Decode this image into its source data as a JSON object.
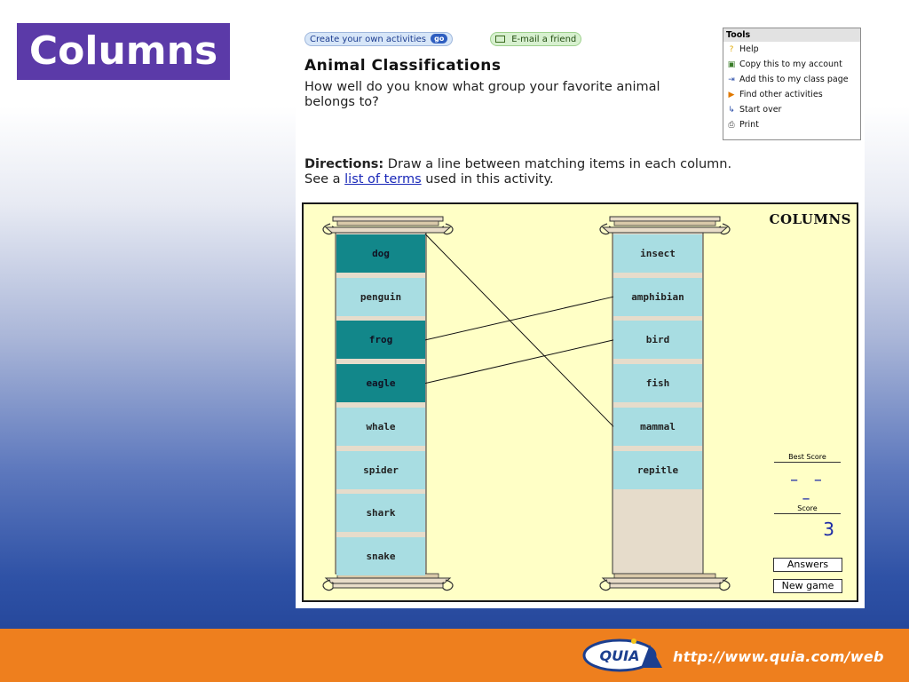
{
  "slide": {
    "title": "Columns",
    "footer_url": "http://www.quia.com/web",
    "logo_text": "QUIA"
  },
  "page": {
    "create_button": "Create your own activities",
    "go_badge": "go",
    "email_button": "E-mail a friend",
    "activity_title": "Animal Classifications",
    "activity_description": "How well do you know what group your favorite animal belongs to?",
    "directions_label": "Directions:",
    "directions_text": " Draw a line between matching items in each column.",
    "directions_line2_pre": "See a ",
    "directions_link": "list of terms",
    "directions_line2_post": " used in this activity."
  },
  "tools": {
    "header": "Tools",
    "items": [
      {
        "label": "Help",
        "icon": "help-icon"
      },
      {
        "label": "Copy this to my account",
        "icon": "copy-icon"
      },
      {
        "label": "Add this to my class page",
        "icon": "add-icon"
      },
      {
        "label": "Find other activities",
        "icon": "arrow-icon"
      },
      {
        "label": "Start over",
        "icon": "return-icon"
      },
      {
        "label": "Print",
        "icon": "printer-icon"
      }
    ]
  },
  "game": {
    "logo": "COLUMNS",
    "left_column": [
      {
        "label": "dog",
        "matched": true
      },
      {
        "label": "penguin",
        "matched": false
      },
      {
        "label": "frog",
        "matched": true
      },
      {
        "label": "eagle",
        "matched": true
      },
      {
        "label": "whale",
        "matched": false
      },
      {
        "label": "spider",
        "matched": false
      },
      {
        "label": "shark",
        "matched": false
      },
      {
        "label": "snake",
        "matched": false
      }
    ],
    "right_column": [
      {
        "label": "insect"
      },
      {
        "label": "amphibian"
      },
      {
        "label": "bird"
      },
      {
        "label": "fish"
      },
      {
        "label": "mammal"
      },
      {
        "label": "repitle"
      }
    ],
    "connections": [
      {
        "from": "dog",
        "to": "mammal"
      },
      {
        "from": "frog",
        "to": "amphibian"
      },
      {
        "from": "eagle",
        "to": "bird"
      }
    ],
    "best_score_label": "Best Score",
    "best_score_value": "– – –",
    "score_label": "Score",
    "score_value": "3",
    "answers_button": "Answers",
    "new_game_button": "New game"
  },
  "colors": {
    "title_bg": "#5b3aa8",
    "footer_bg": "#ee7f1e",
    "game_bg": "#ffffc6",
    "cell_light": "#a8dde2",
    "cell_dark": "#12878a",
    "score_blue": "#1c2aa6"
  }
}
